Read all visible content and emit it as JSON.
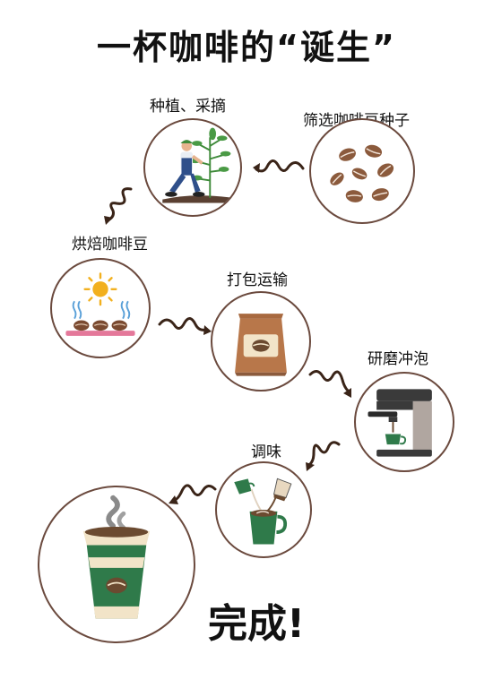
{
  "title": "一杯咖啡的“诞生”",
  "steps": [
    {
      "label": "种植、采摘"
    },
    {
      "label": "筛选咖啡豆种子"
    },
    {
      "label": "烘焙咖啡豆"
    },
    {
      "label": "打包运输"
    },
    {
      "label": "研磨冲泡"
    },
    {
      "label": "调味"
    }
  ],
  "final": "完成!",
  "colors": {
    "brown": "#6b4a3e",
    "coffee_green": "#2f7a4a",
    "bean": "#8b5a3c",
    "sun": "#f2b01e"
  },
  "icons": [
    "farmer-icon",
    "coffee-beans-icon",
    "roasting-icon",
    "coffee-bag-icon",
    "espresso-machine-icon",
    "pouring-icon",
    "coffee-cup-icon",
    "curly-arrow-icon"
  ]
}
